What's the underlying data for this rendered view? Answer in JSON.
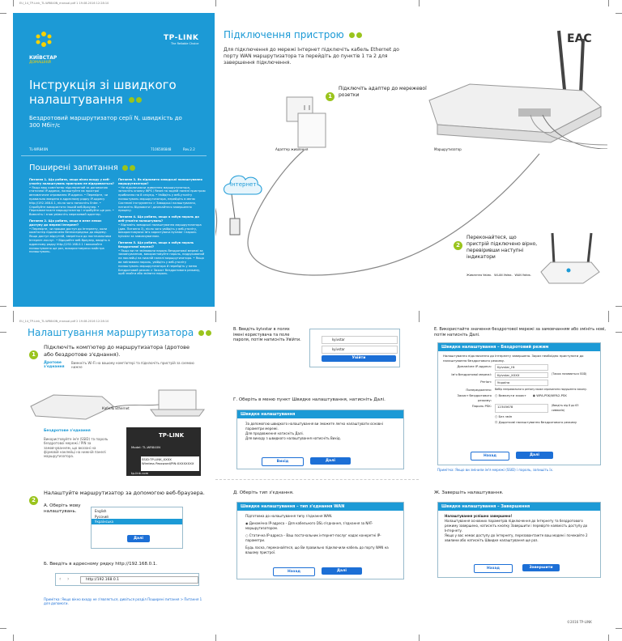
{
  "print_marks": {
    "top": "EU_14_TP-Link_TL-WR840N_manual.pdf   1   19.08.2016   12:28:10",
    "middle": "EU_14_TP-Link_TL-WR840N_manual.pdf   2   19.08.2016   12:28:10"
  },
  "cover": {
    "kyivstar": "КИЇВСТАР",
    "kyivstar_sub": "ДОМАШНІЙ",
    "tplink": "TP-LINK",
    "tplink_tagline": "The Reliable Choice",
    "title": "Інструкція зі швидкого налаштування",
    "subtitle": "Бездротовий маршрутизатор серії N, швидкість до 300 Мбіт/с",
    "model": "TL-WR840N",
    "code": "7106506848",
    "rev": "Rev.2.2",
    "faq_title": "Поширені запитання",
    "faq_q1": "Питання 1. Що робити, якщо вікно входу у веб-утиліту налаштувань пристрою не відкривається?",
    "faq_a1": "• Якщо ваш комп'ютер підключений за допомогою статичної IP-адреси, налаштуйте на пристрої автоматичне отримання IP-адреси. • Перевірте, чи правильно введено в адресному рядку IP-адресу http://192.168.0.1, після чого натисніть Enter. • Спробуйте використати інший веб-браузер. • Перезавантажте маршрутизатор і спробуйте ще раз. • Вимкніть і знов увімкніть мережевий адаптер.",
    "faq_q2": "Питання 2. Що робити, якщо в мене немає доступу до мережі Інтернет?",
    "faq_a2": "• Перевірте, чи працює доступ до Інтернету, коли комп'ютер підключено безпосередньо до модему. Якщо доступ відсутній, зверніться до постачальника Інтернет-послуг. • Відкрийте веб-браузер, введіть в адресному рядку http://192.168.0.1 і виконайте налаштування ще раз, використовуючи майстра налаштувань.",
    "faq_q3": "Питання 3. Як відновити заводські налаштування маршрутизатора?",
    "faq_a3": "• Не відключаючи живлення маршрутизатора, затисніть кнопку WPS / Reset на задній панелі пристрою приблизно на 8 секунд. • Увійдіть у веб-утиліту налаштувань маршрутизатора, перейдіть в меню Системні інструменти > Заводські налаштування, натисніть Відновити і дочекайтеся завершення процесу.",
    "faq_q4": "Питання 4. Що робити, якщо я забув пароль до веб-утиліти налаштувань?",
    "faq_a4": "• Відновіть заводські налаштування маршрутизатора (див. Питання 3), після чого увійдіть у веб-утиліту, використовуючи ім'я користувача kyivstar і пароль kyivstar за замовчуванням.",
    "faq_q5": "Питання 5. Що робити, якщо я забув пароль бездротової мережі?",
    "faq_a5": "• Якщо ви не змінювали пароль бездротової мережі за замовчуванням, використовуйте пароль, надрукований на наклейці на нижній панелі маршрутизатора. • Якщо ви змінювали пароль, увійдіть у веб-утиліту налаштувань маршрутизатора й перейдіть у меню Бездротовий режим > Захист бездротового режиму, щоб знайти або змінити пароль."
  },
  "connect": {
    "title": "Підключення пристрою",
    "intro": "Для підключення до мережі Інтернет підключіть кабель Ethernet до порту WAN маршрутизатора та перейдіть до пунктів 1 та 2 для завершення підключення.",
    "step1_num": "1",
    "step1": "Підключіть адаптер до мережевої розетки",
    "adapter_label": "Адаптер живлення",
    "router_label": "Маршрутизатор",
    "internet": "Інтернет",
    "step2_num": "2",
    "step2": "Переконайтеся, що пристрій підключено вірно, перевіривши наступні індикатори",
    "ind1": "Живлення Увімк.",
    "ind2": "WLAN Увімк.",
    "ind3": "WAN Увімк."
  },
  "setup": {
    "title": "Налаштування маршрутизатора",
    "step1_num": "1",
    "step1": "Підключіть комп'ютер до маршрутизатора (дротове або бездротове з'єднання).",
    "wired_label": "Дротове з'єднання",
    "wired_note": "Вимкніть Wi-Fi на вашому комп'ютері та підключіть пристрій за схемою нижче",
    "ethernet_label": "Кабель Ethernet",
    "wireless_label": "Бездротове з'єднання",
    "wireless_note": "Використовуйте ім'я (SSID) та пароль бездротової мережі / PIN за замовчуванням, що вказані на фірмовій наклейці на нижній панелі маршрутизатора.",
    "sticker_brand": "TP-LINK",
    "sticker_ssid": "SSID:TP-LINK_XXXX",
    "sticker_pin": "Wireless Password/PIN:XXXXXXXX",
    "sticker_model": "Model: TL-WR840N",
    "sticker_bottom": "tp-link.com",
    "step2_num": "2",
    "step2": "Налаштуйте маршрутизатор за допомогою веб-браузера.",
    "stepA": "A. Оберіть мову налаштувань.",
    "lang1": "English",
    "lang2": "Русский",
    "lang3": "Українська",
    "next": "Далі",
    "stepB": "Б. Введіть в адресному рядку http://192.168.0.1.",
    "address": "http://192.168.0.1",
    "tip": "Примітка: Якщо вікно входу не з'являється, дивіться розділ Поширені питання > Питання 1 для допомоги."
  },
  "login": {
    "stepV": "B. Введіть kyivstar в полях імені користувача та поле пароля, потім натисніть Увійти.",
    "user": "kyivstar",
    "pass": "kyivstar",
    "login_btn": "Увійти",
    "stepG": "Г. Оберіть в меню пункт Швидке налаштування, натисніть Далі.",
    "dlg_title": "Швидке налаштування",
    "dlg_line1": "За допомогою швидкого налаштування ви зможете легко налаштувати основні параметри мережі.",
    "dlg_line2": "Для продовження натисніть Далі.",
    "dlg_line3": "Для виходу з швидкого налаштування натисніть Вихід.",
    "exit": "Вихід",
    "next": "Далі"
  },
  "wan": {
    "stepD": "Д. Оберіть тип з'єднання.",
    "dlg_title": "Швидке налаштування – тип з'єднання WAN",
    "line1": "Підготовка до налаштування типу з'єднання WAN.",
    "opt1": "Динамічна IP-адреса – Для кабельного DSL-з'єднання, з'єднання за NAT-маршрутизатором.",
    "opt2": "Статична IP-адреса – Ваш постачальник інтернет-послуг надає конкретні IP-параметри.",
    "line2": "Будь ласка, переконайтеся, що Ви правильно підключили кабель до порту WAN на вашому пристрої.",
    "back": "Назад",
    "next": "Далі"
  },
  "wireless": {
    "stepE": "E. Використайте значення бездротової мережі за замовчанням або змініть нові, потім натисніть Далі.",
    "dlg_title": "Швидке налаштування – Бездротовий режим",
    "intro": "Налаштування підключення до Інтернету завершено. Зараз необхідно приступити до налаштування бездротового режиму.",
    "row1_label": "Динамічне IP-адреса:",
    "row1_value": "Kyivstar_Ht",
    "row2_label": "Ім'я бездротової мережі:",
    "row2_value": "Kyivstar_XXXX",
    "row2_note": "(Також називається SSID)",
    "row3_label": "Регіон:",
    "row3_value": "Україна",
    "row4_label": "Попередження:",
    "row4_value": "Вибір неправильного регіону може спричинити порушення закону.",
    "row5_label": "Захист бездротового режиму:",
    "opt_off": "Вимкнути захист",
    "opt_wpa": "WPA-PSK/WPA2-PSK",
    "row6_label": "Пароль PSK:",
    "row6_value": "12345678",
    "row6_note": "(Введіть від 8 до 63 символів)",
    "opt_no_change": "Без змін",
    "opt_extra": "Додаткові налаштування бездротового режиму",
    "back": "Назад",
    "next": "Далі",
    "tip": "Примітка: Якщо ви змінили ім'я мережі (SSID) і пароль, запишіть їх."
  },
  "finish": {
    "stepZh": "Ж. Завершіть налаштування.",
    "dlg_title": "Швидке налаштування – Завершення",
    "line1": "Налаштування успішно завершено!",
    "line2": "Налаштування основних параметрів підключення до Інтернету та бездротового режиму завершено, натисніть кнопку Завершити і перевірте наявність доступу до Інтернету.",
    "line3": "Якщо у вас немає доступу до Інтернету, перезавантажте ваш модем і почекайте 2 хвилини або натисніть Швидке налаштування ще раз.",
    "back": "Назад",
    "finish": "Завершити",
    "copyright": "©2016 TP-LINK"
  }
}
